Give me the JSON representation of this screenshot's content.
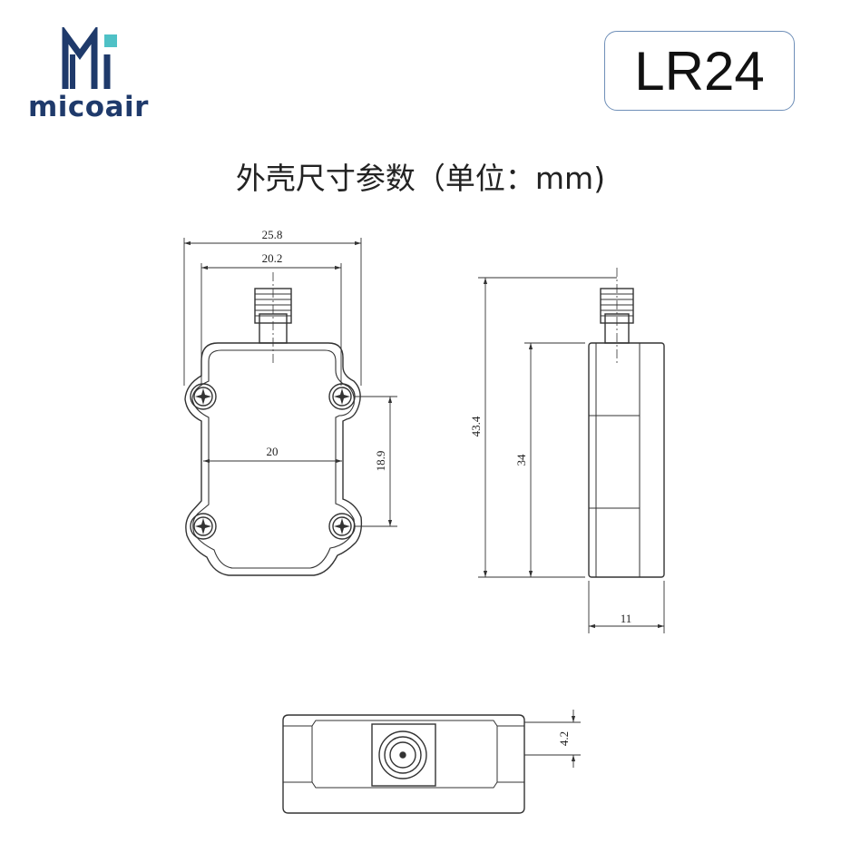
{
  "brand": {
    "logo_text": "micoair",
    "logo_icon": "mi-monogram-icon",
    "color": "#1f3a6b"
  },
  "model": "LR24",
  "heading": "外壳尺寸参数（单位：mm)",
  "dimensions": {
    "front_outer_width": "25.8",
    "front_inner_width": "20.2",
    "hole_spacing_x": "20",
    "hole_spacing_y": "18.9",
    "total_height": "43.4",
    "body_height": "34",
    "thickness": "11",
    "connector_offset": "4.2"
  }
}
